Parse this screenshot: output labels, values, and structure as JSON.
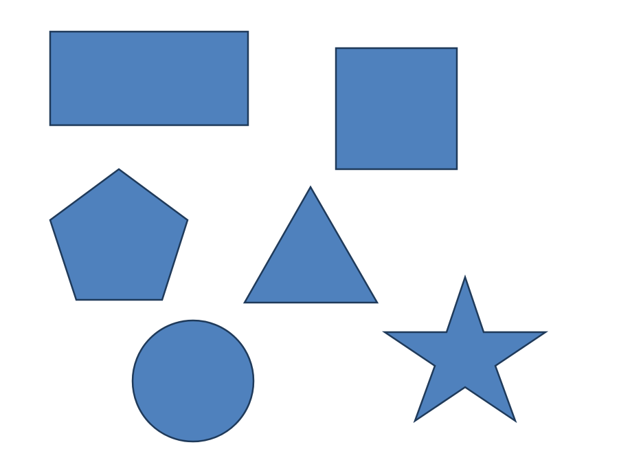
{
  "colors": {
    "background": "#ffffff",
    "shape_fill": "#4f81bd",
    "shape_stroke": "#1f3a5a"
  },
  "shapes": [
    {
      "id": "rectangle",
      "type": "rectangle"
    },
    {
      "id": "square",
      "type": "square"
    },
    {
      "id": "pentagon",
      "type": "pentagon"
    },
    {
      "id": "triangle",
      "type": "triangle"
    },
    {
      "id": "circle",
      "type": "circle"
    },
    {
      "id": "star",
      "type": "star"
    }
  ]
}
